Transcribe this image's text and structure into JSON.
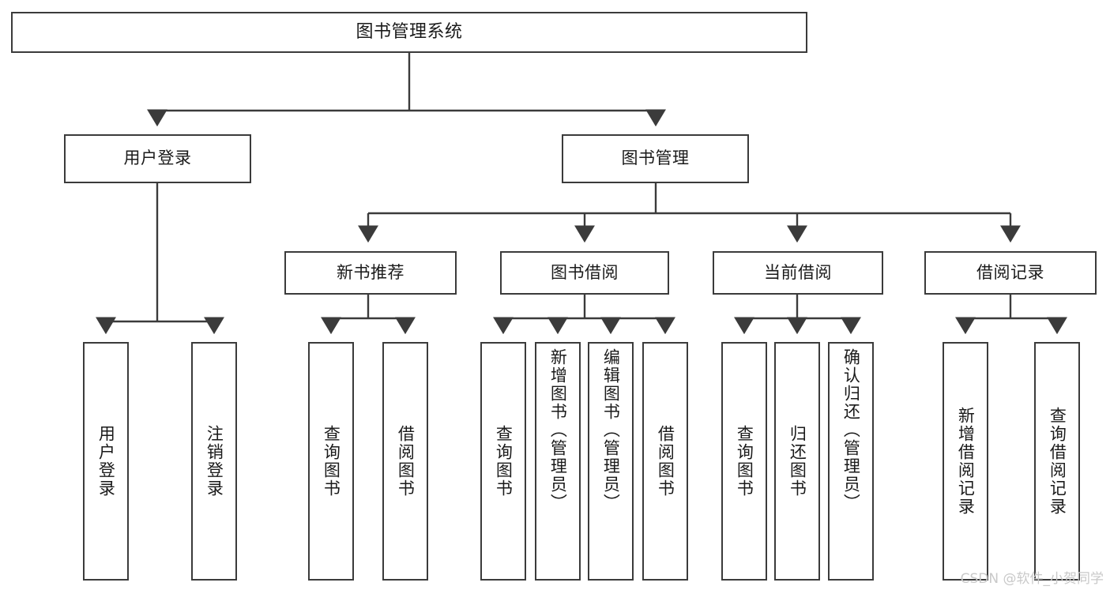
{
  "diagram": {
    "type": "tree-hierarchy-chart",
    "title": "图书管理系统",
    "stroke_color": "#3b3b3b",
    "text_color": "#1a1a1a",
    "background": "#ffffff",
    "nodes": {
      "root": {
        "label": "图书管理系统"
      },
      "level2": [
        {
          "id": "user-login",
          "label": "用户登录"
        },
        {
          "id": "book-manage",
          "label": "图书管理"
        }
      ],
      "level3": [
        {
          "id": "new-book-recommend",
          "label": "新书推荐"
        },
        {
          "id": "book-borrow",
          "label": "图书借阅"
        },
        {
          "id": "current-borrow",
          "label": "当前借阅"
        },
        {
          "id": "borrow-record",
          "label": "借阅记录"
        }
      ],
      "leaves": [
        {
          "id": "leaf-user-login",
          "label": "用户登录"
        },
        {
          "id": "leaf-logout-login",
          "label": "注销登录"
        },
        {
          "id": "leaf-query-book-1",
          "label": "查询图书"
        },
        {
          "id": "leaf-borrow-book-1",
          "label": "借阅图书"
        },
        {
          "id": "leaf-query-book-2",
          "label": "查询图书"
        },
        {
          "id": "leaf-add-book",
          "label": "新增图书（管理员）"
        },
        {
          "id": "leaf-edit-book",
          "label": "编辑图书（管理员）"
        },
        {
          "id": "leaf-borrow-book-2",
          "label": "借阅图书"
        },
        {
          "id": "leaf-query-book-3",
          "label": "查询图书"
        },
        {
          "id": "leaf-return-book",
          "label": "归还图书"
        },
        {
          "id": "leaf-confirm-return",
          "label": "确认归还（管理员）"
        },
        {
          "id": "leaf-add-record",
          "label": "新增借阅记录"
        },
        {
          "id": "leaf-query-record",
          "label": "查询借阅记录"
        }
      ]
    }
  },
  "watermark": {
    "text": "CSDN @软件_小贺同学",
    "color": "#c9c9c9"
  }
}
